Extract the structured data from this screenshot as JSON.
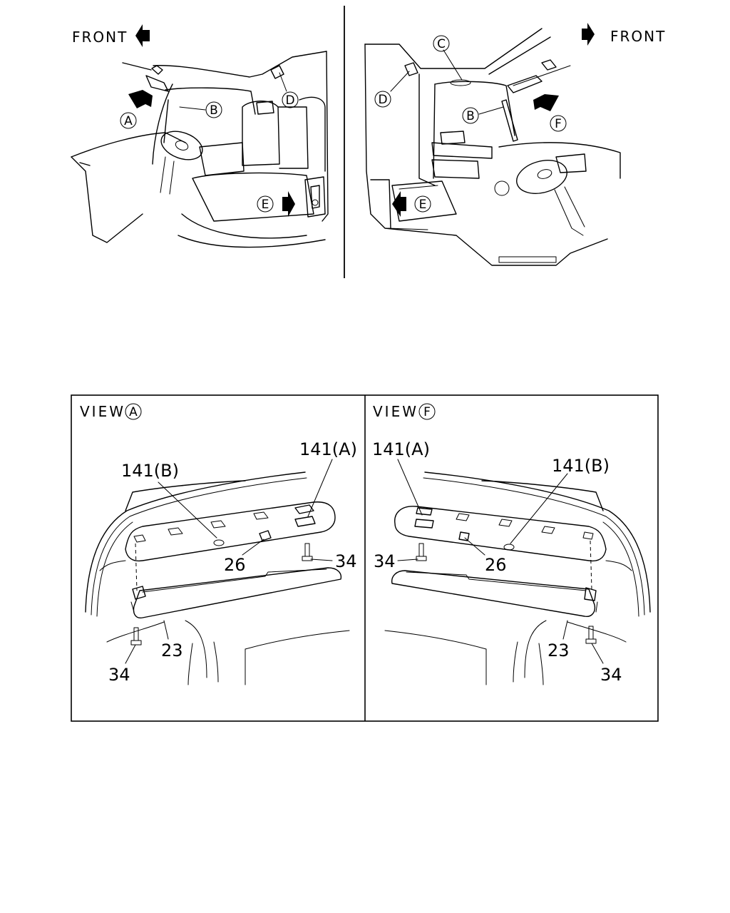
{
  "header": {
    "front_left": "FRONT",
    "front_right": "FRONT"
  },
  "callouts_left": {
    "a": "A",
    "b": "B",
    "d": "D",
    "e": "E"
  },
  "callouts_right": {
    "b": "B",
    "c": "C",
    "d": "D",
    "e": "E",
    "f": "F"
  },
  "view_a": {
    "title": "VIEW",
    "letter": "A",
    "label_141a": "141(A)",
    "label_141b": "141(B)",
    "label_26": "26",
    "label_34_top": "34",
    "label_34_bottom": "34",
    "label_23": "23"
  },
  "view_f": {
    "title": "VIEW",
    "letter": "F",
    "label_141a": "141(A)",
    "label_141b": "141(B)",
    "label_26": "26",
    "label_34_top": "34",
    "label_34_bottom": "34",
    "label_23": "23"
  }
}
